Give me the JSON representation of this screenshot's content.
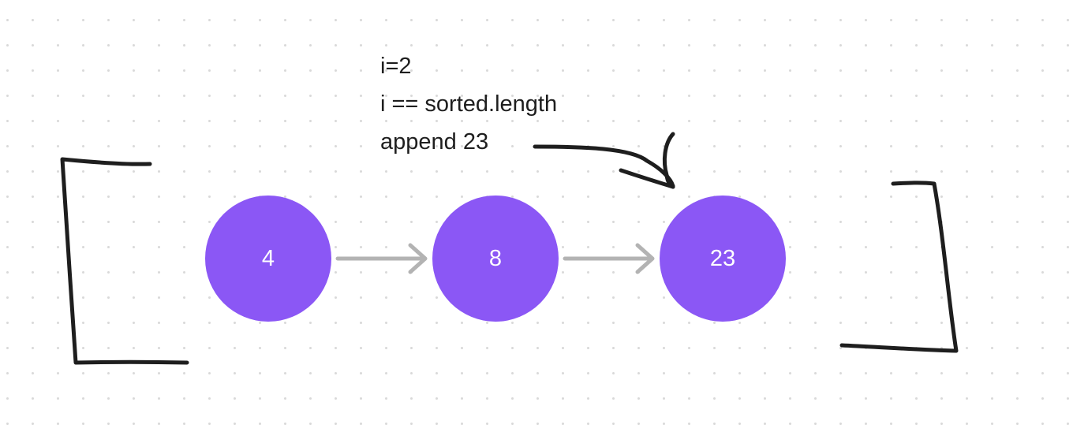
{
  "annotation": {
    "lines": [
      "i=2",
      "i == sorted.length",
      "append 23"
    ]
  },
  "nodes": [
    {
      "label": "4"
    },
    {
      "label": "8"
    },
    {
      "label": "23"
    }
  ],
  "colors": {
    "node_fill": "#8b57f5",
    "node_text": "#ffffff",
    "arrow": "#b3b3b3",
    "ink": "#1e1e1e",
    "grid_dot": "#d9d9d9",
    "background": "#ffffff"
  }
}
